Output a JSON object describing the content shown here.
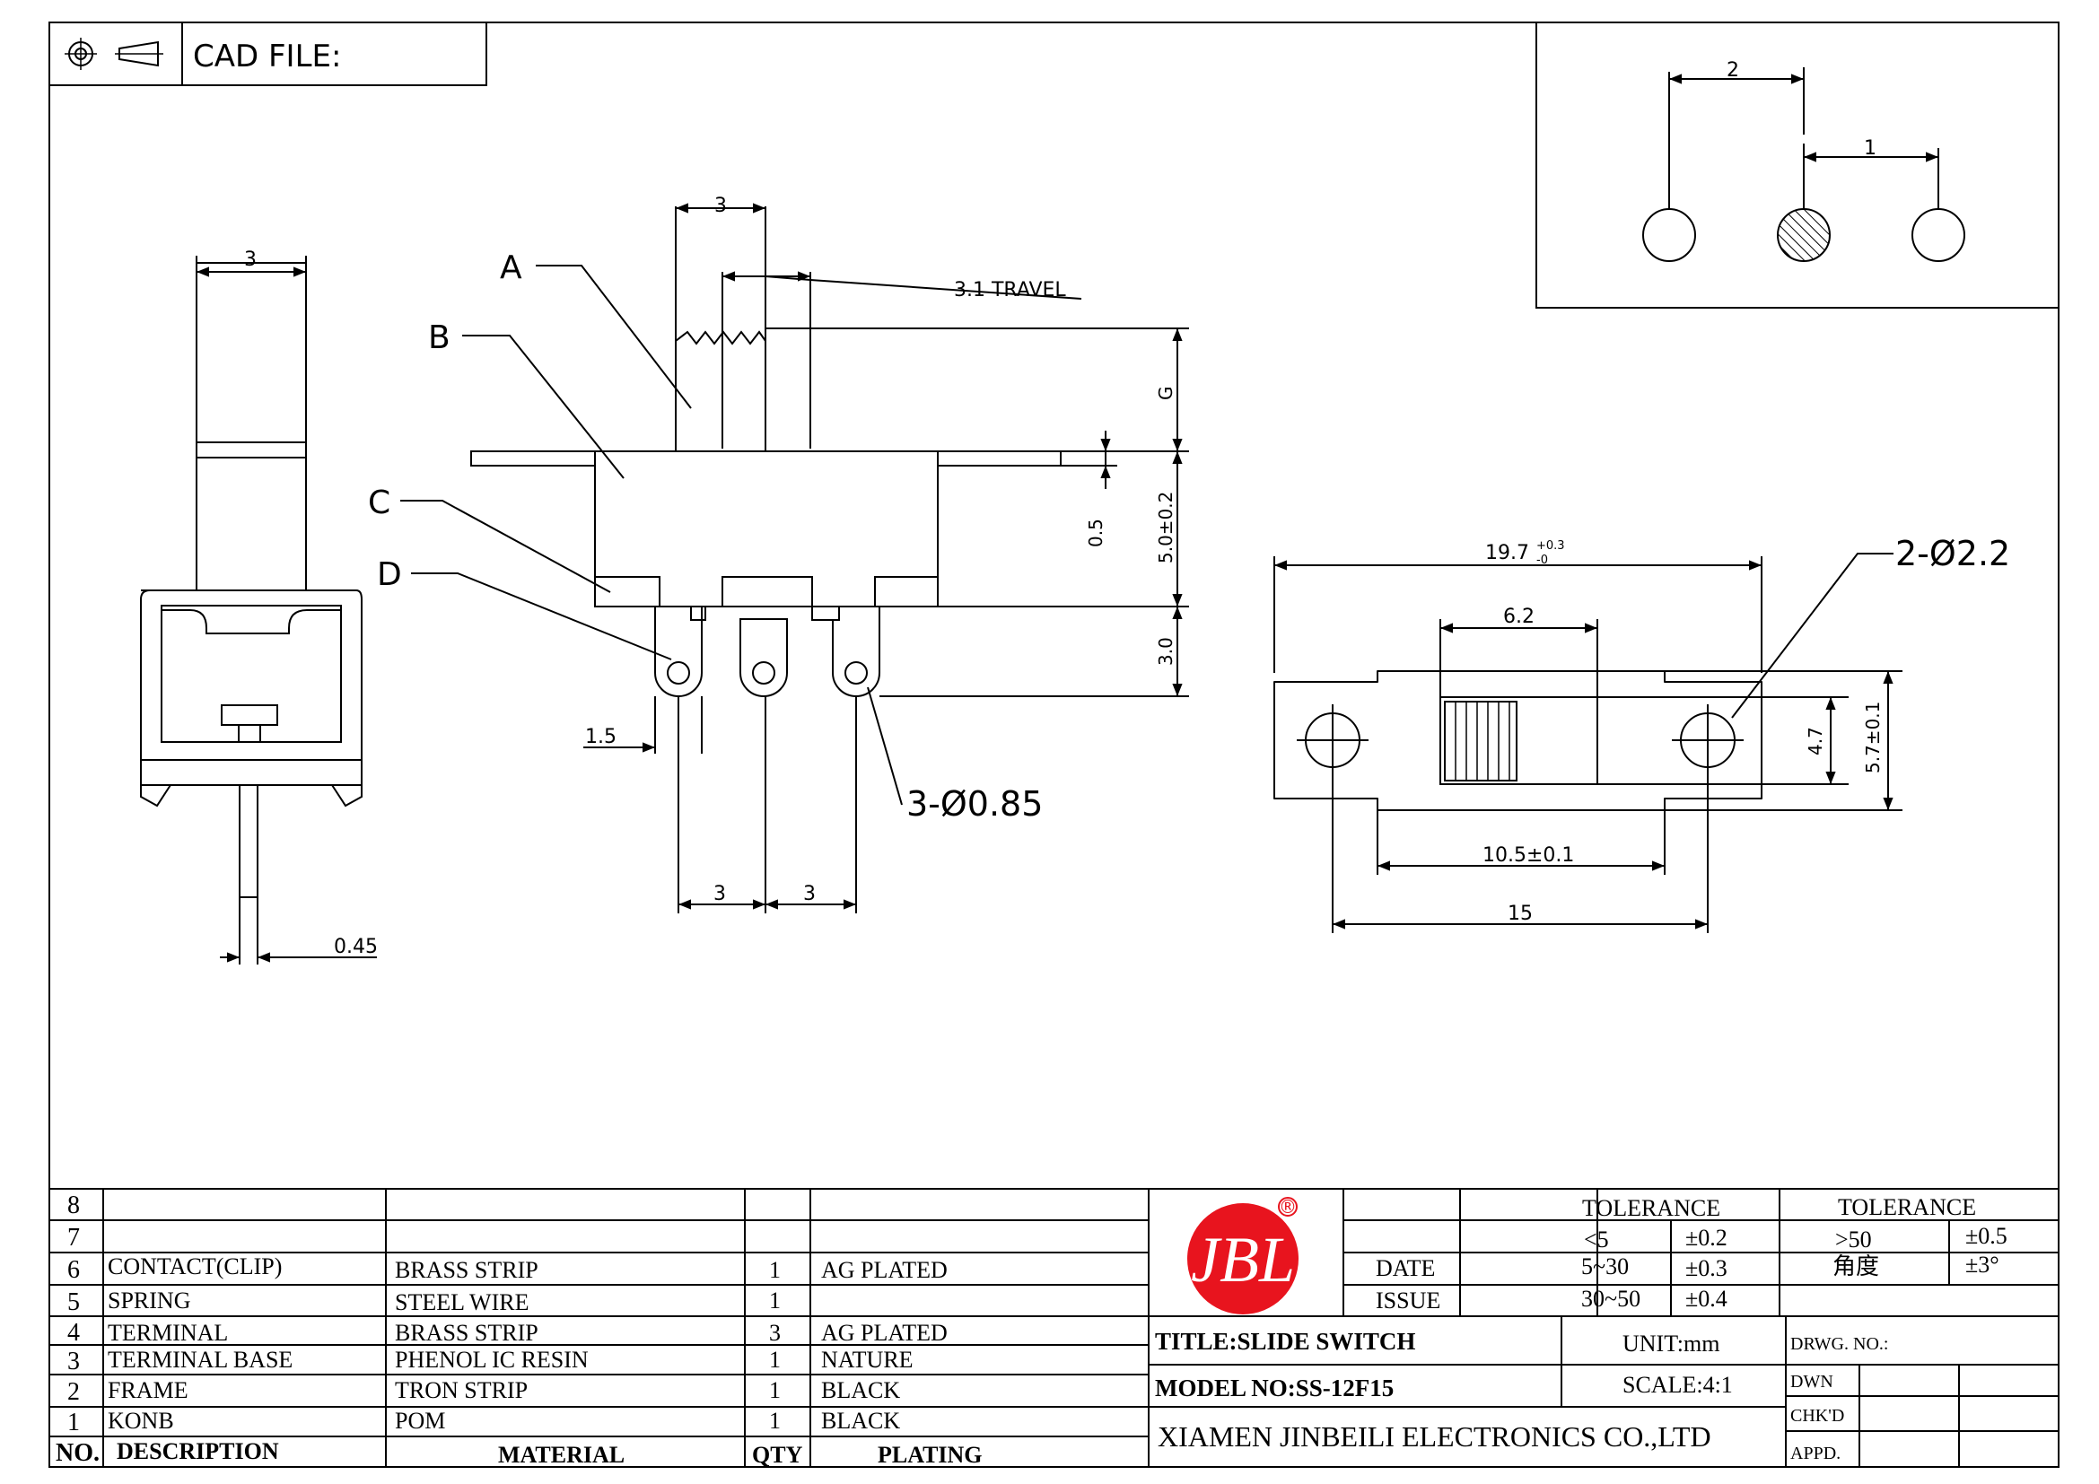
{
  "header": {
    "cad_file_label": "CAD FILE:"
  },
  "drawing": {
    "side_view": {
      "dim_top": "3",
      "dim_pin": "0.45"
    },
    "front_view": {
      "dim_knob_width": "3",
      "dim_travel": "3.1 TRAVEL",
      "callouts": [
        "A",
        "B",
        "C",
        "D"
      ],
      "dim_g": "G",
      "dim_body_height": "5.0±0.2",
      "dim_flange": "0.5",
      "dim_pin_height": "3.0",
      "dim_pin_offset": "1.5",
      "dim_pitch_1": "3",
      "dim_pitch_2": "3",
      "hole_note": "3-Ø0.85"
    },
    "top_view": {
      "dim_overall": "19.7",
      "dim_overall_tol_upper": "+0.3",
      "dim_overall_tol_lower": "-0",
      "dim_slot": "6.2",
      "mount_holes": "2-Ø2.2",
      "dim_slot_height": "4.7",
      "dim_width": "5.7±0.1",
      "dim_body_length": "10.5±0.1",
      "dim_hole_spacing": "15"
    },
    "circuit": {
      "pos_2": "2",
      "pos_1": "1"
    }
  },
  "bom": {
    "empty_rows": [
      "8",
      "7"
    ],
    "rows": [
      {
        "no": "6",
        "description": "CONTACT(CLIP)",
        "material": "BRASS STRIP",
        "qty": "1",
        "plating": "AG PLATED"
      },
      {
        "no": "5",
        "description": "SPRING",
        "material": "STEEL WIRE",
        "qty": "1",
        "plating": ""
      },
      {
        "no": "4",
        "description": "TERMINAL",
        "material": "BRASS STRIP",
        "qty": "3",
        "plating": "AG PLATED"
      },
      {
        "no": "3",
        "description": "TERMINAL BASE",
        "material": "PHENOL IC RESIN",
        "qty": "1",
        "plating": "NATURE"
      },
      {
        "no": "2",
        "description": "FRAME",
        "material": "TRON STRIP",
        "qty": "1",
        "plating": "BLACK"
      },
      {
        "no": "1",
        "description": "KONB",
        "material": "POM",
        "qty": "1",
        "plating": "BLACK"
      }
    ],
    "headers": {
      "no": "NO.",
      "description": "DESCRIPTION",
      "material": "MATERIAL",
      "qty": "QTY",
      "plating": "PLATING"
    }
  },
  "title_block": {
    "logo_text": "JBL",
    "logo_registered": "®",
    "date_label": "DATE",
    "issue_label": "ISSUE",
    "tolerance_label": "TOLERANCE",
    "tolerance_label_2": "TOLERANCE",
    "tol_rows": [
      {
        "range": "<5",
        "value": "±0.2"
      },
      {
        "range": "5~30",
        "value": "±0.3"
      },
      {
        "range": "30~50",
        "value": "±0.4"
      }
    ],
    "tol_right": [
      {
        "range": ">50",
        "value": "±0.5"
      },
      {
        "range": "角度",
        "value": "±3°"
      }
    ],
    "title": "TITLE:SLIDE SWITCH",
    "unit": "UNIT:mm",
    "drwg_no": "DRWG. NO.:",
    "model": "MODEL NO:SS-12F15",
    "scale": "SCALE:4:1",
    "dwn": "DWN",
    "chkd": "CHK'D",
    "appd": "APPD.",
    "company": "XIAMEN JINBEILI ELECTRONICS CO.,LTD"
  },
  "colors": {
    "line": "#000000",
    "logo": "#e8141e",
    "background": "#ffffff"
  }
}
